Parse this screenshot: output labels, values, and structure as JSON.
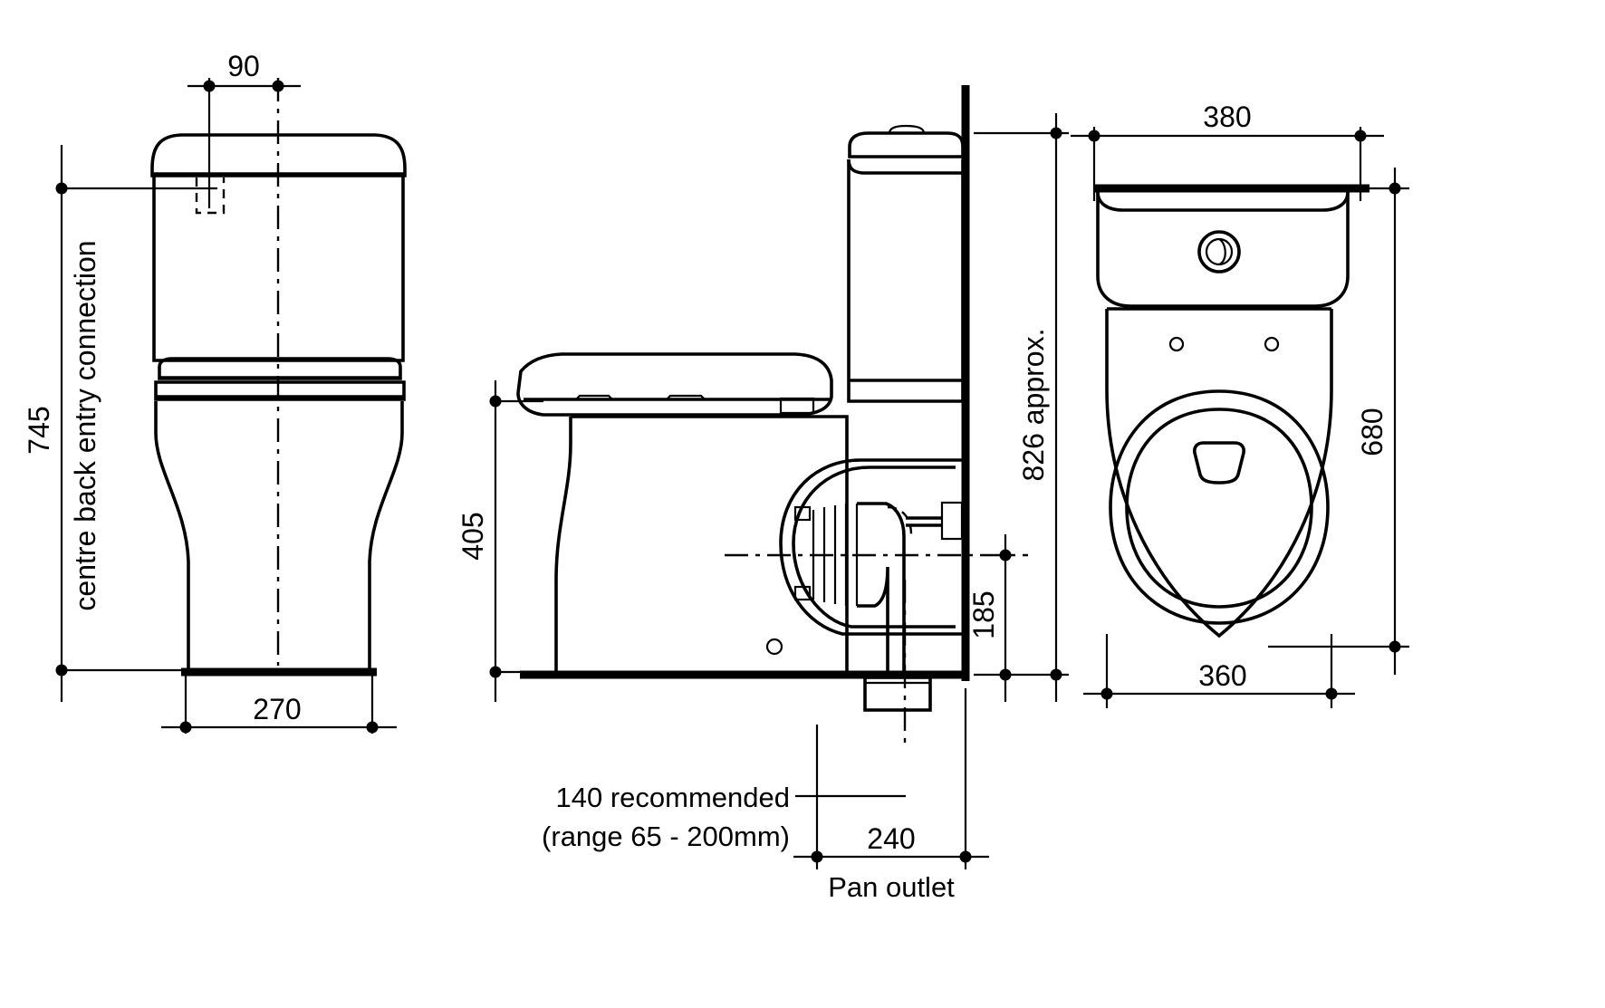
{
  "drawing": {
    "title": "Toilet suite installation dimension drawing",
    "units": "mm",
    "line_color": "#000000",
    "background_color": "#ffffff"
  },
  "views": {
    "front": {
      "name": "front elevation",
      "dimensions": {
        "cistern_inlet_offset": "90",
        "overall_height": "745",
        "height_note": "centre back entry connection",
        "base_width": "270"
      }
    },
    "side": {
      "name": "side elevation",
      "dimensions": {
        "seat_height": "405",
        "overall_height_approx": "826 approx.",
        "pan_outlet_height": "185",
        "setout_line1": "140 recommended",
        "setout_line2": "(range 65 - 200mm)",
        "pan_outlet_offset": "240",
        "pan_outlet_label": "Pan outlet"
      }
    },
    "plan": {
      "name": "plan view",
      "dimensions": {
        "cistern_width": "380",
        "overall_length": "680",
        "pan_width": "360"
      }
    }
  },
  "labels": {
    "d90": "90",
    "d745": "745",
    "d_centre_back": "centre back entry connection",
    "d270": "270",
    "d405": "405",
    "d826": "826 approx.",
    "d185": "185",
    "d140": "140 recommended",
    "d_range": "(range 65 - 200mm)",
    "d240": "240",
    "d_pan_outlet": "Pan outlet",
    "d380": "380",
    "d680": "680",
    "d360": "360"
  }
}
